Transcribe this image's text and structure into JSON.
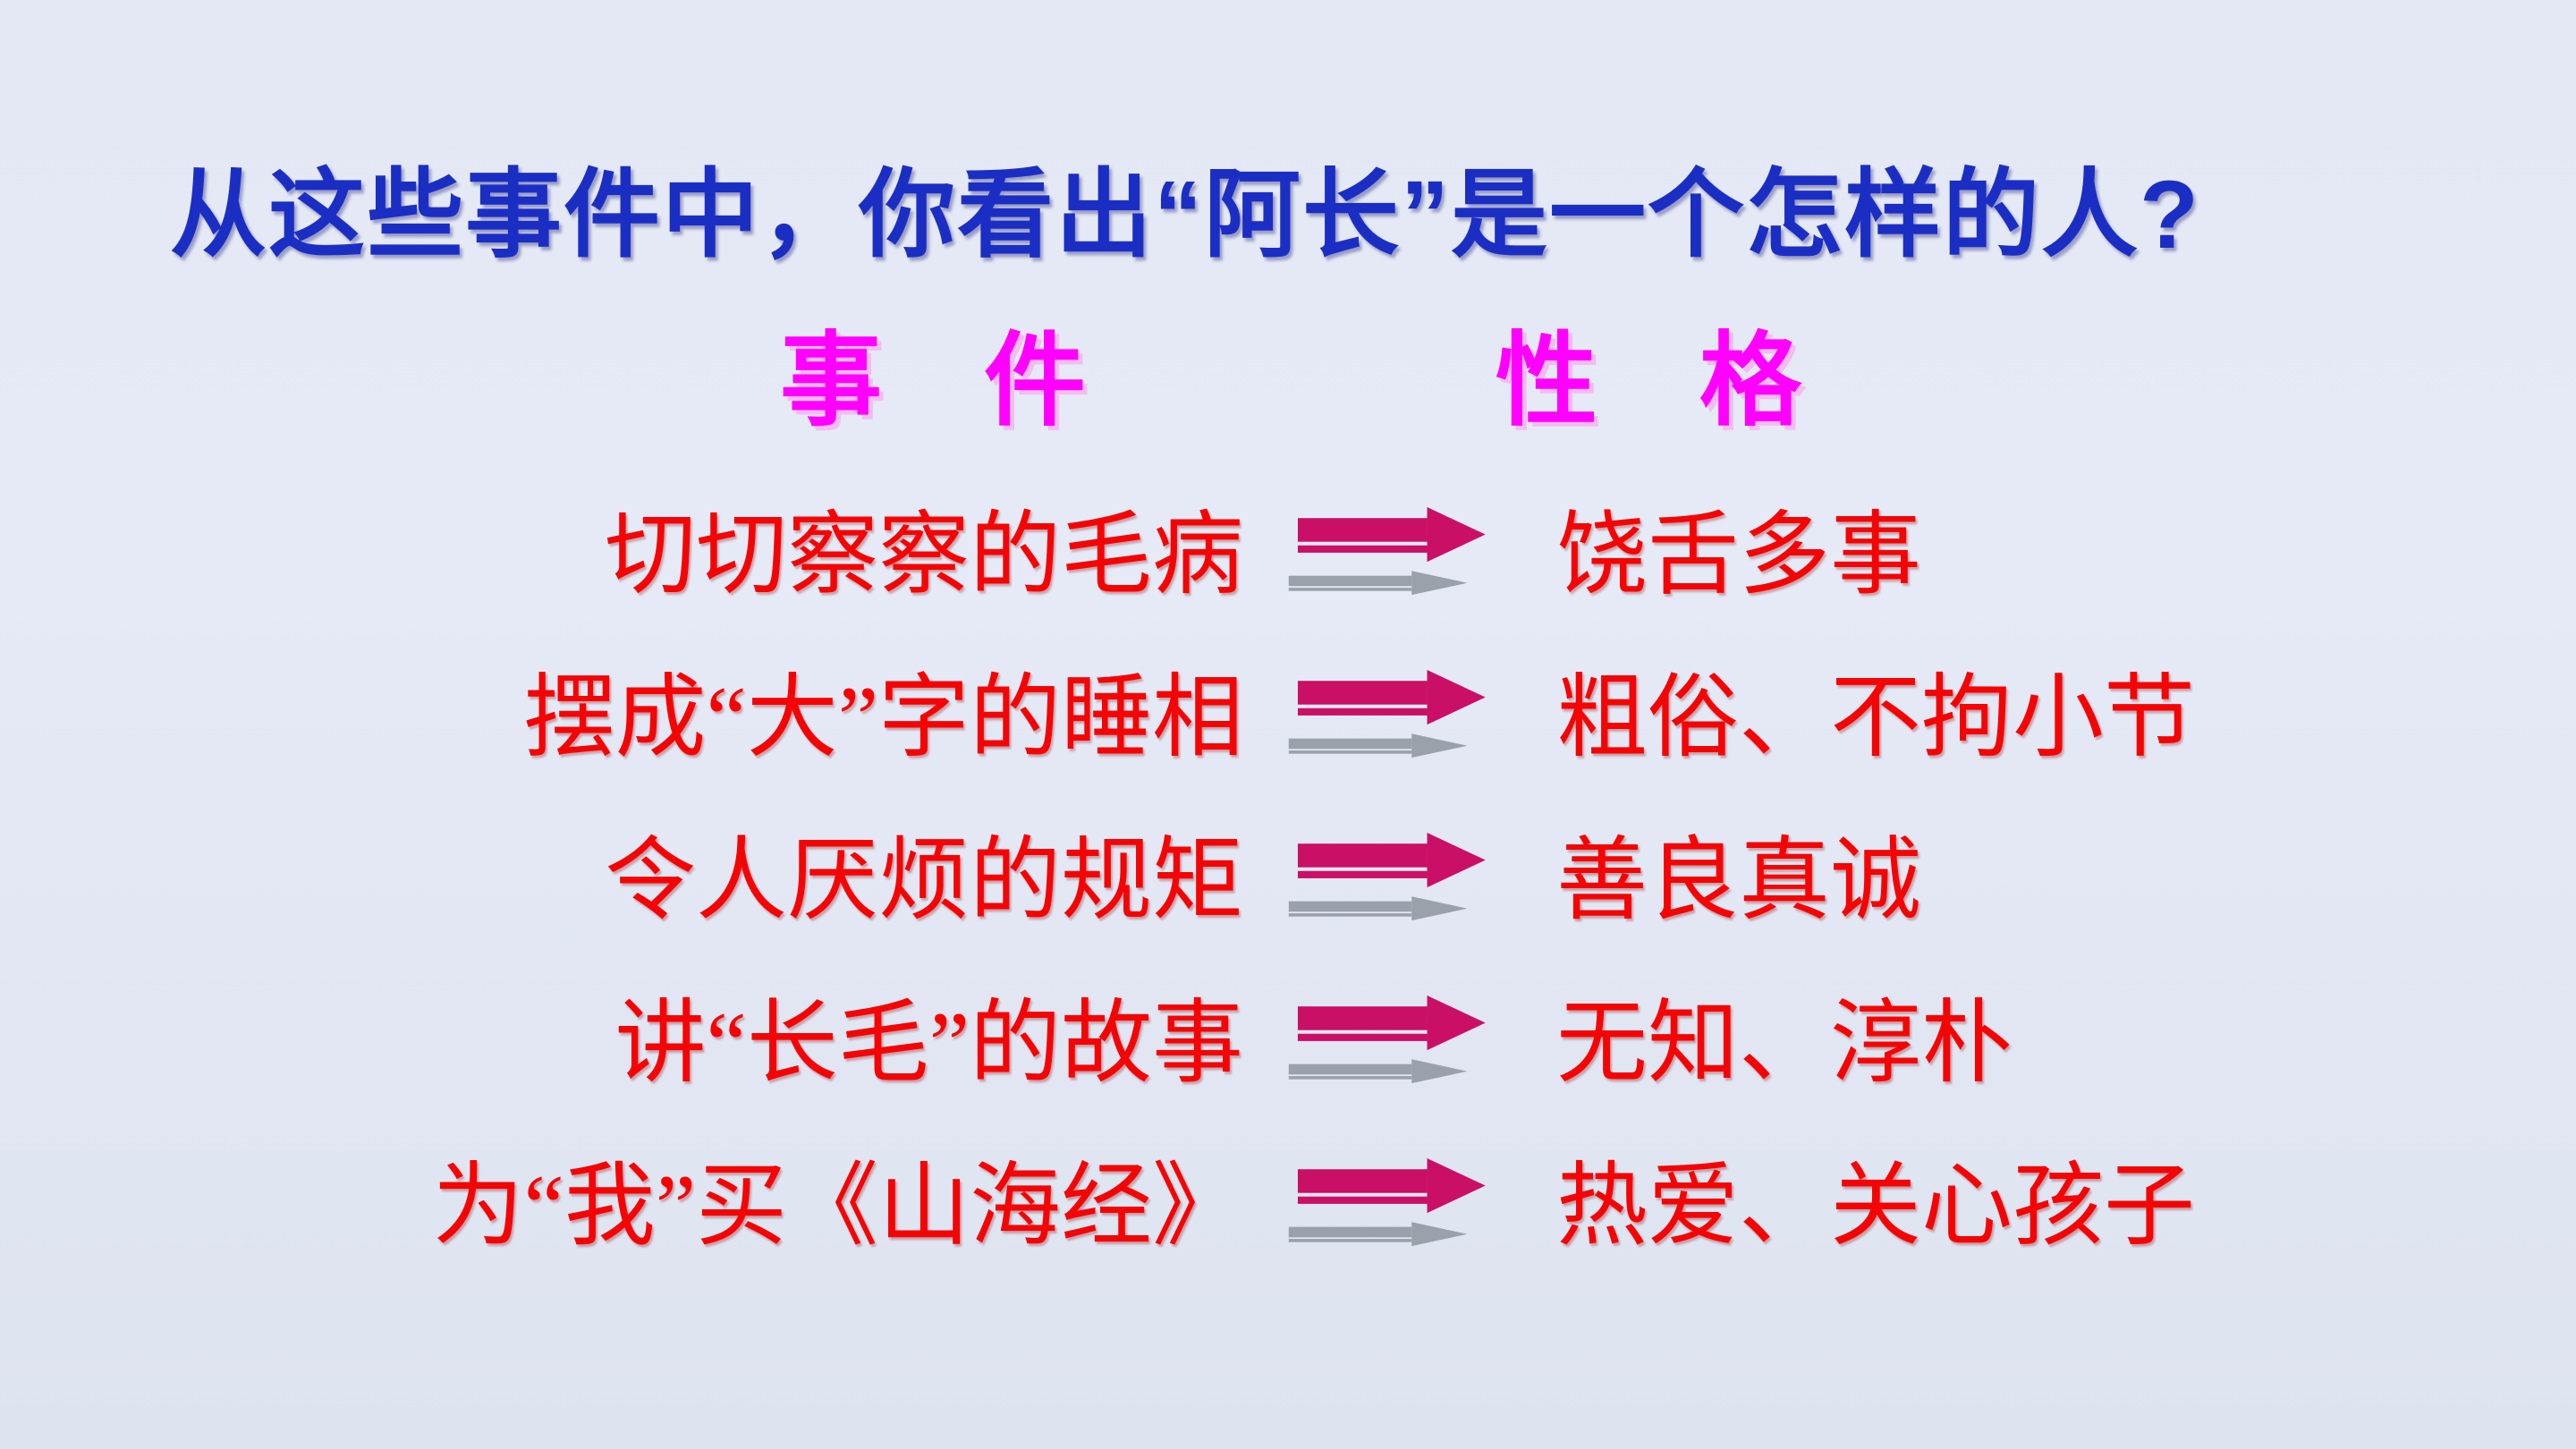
{
  "slide": {
    "title": "从这些事件中，你看出“阿长”是一个怎样的人?",
    "columns": {
      "event": "事　件",
      "trait": "性　格"
    },
    "rows": [
      {
        "event": "切切察察的毛病",
        "trait": "饶舌多事"
      },
      {
        "event": "摆成“大”字的睡相",
        "trait": "粗俗、不拘小节"
      },
      {
        "event": "令人厌烦的规矩",
        "trait": "善良真诚"
      },
      {
        "event": "讲“长毛”的故事",
        "trait": "无知、淳朴"
      },
      {
        "event": "为“我”买《山海经》",
        "trait": "热爱、关心孩子"
      }
    ],
    "icons": {
      "arrow": "right-arrow-icon"
    },
    "colors": {
      "title_color": "#1B2EC4",
      "header_color": "#FF00FF",
      "row_text_color": "#F40505",
      "arrow_fill": "#CA0F66",
      "arrow_stripe": "#FFFFFF",
      "arrow_shadow": "#9AA1AB",
      "bg_top": "#E3E8F4",
      "bg_mid": "#E6EAF6",
      "bg_bottom": "#DEE3F0"
    }
  }
}
